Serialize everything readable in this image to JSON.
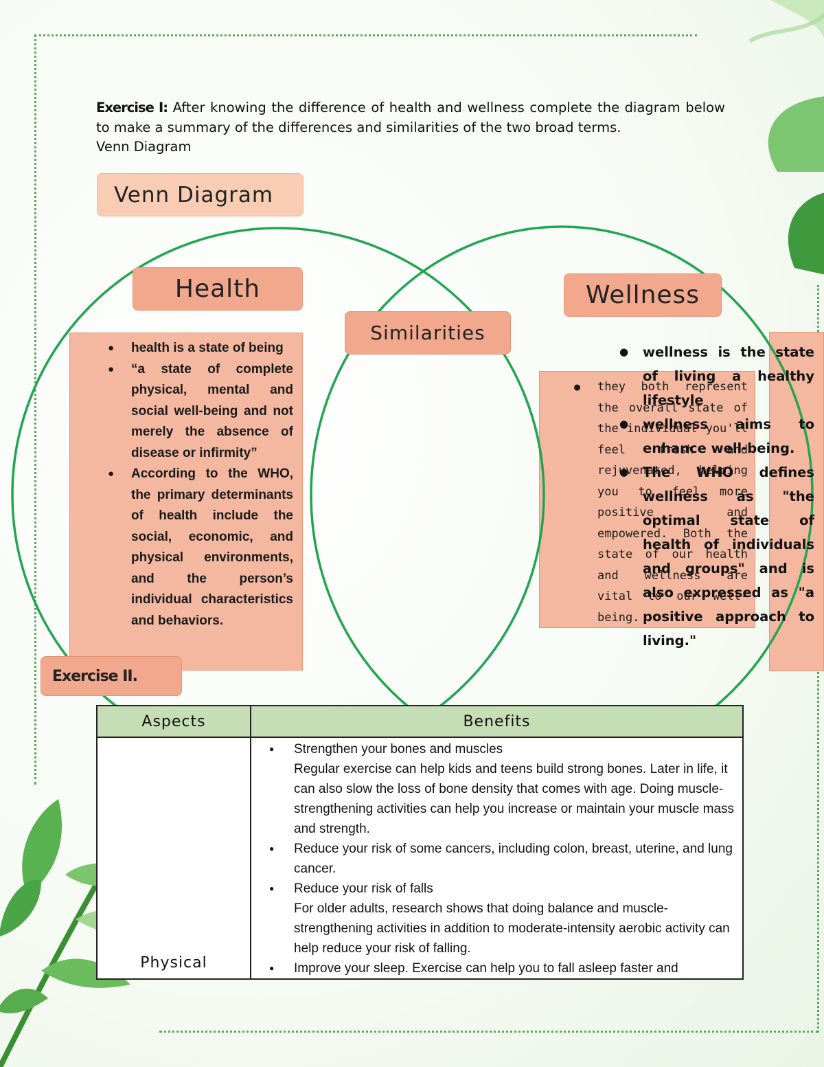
{
  "exercise1": {
    "label": "Exercise I:",
    "instruction": "After knowing the difference of health and wellness complete the diagram below to make a summary of the differences and similarities of the two broad terms.",
    "caption": "Venn Diagram"
  },
  "venn": {
    "title": "Venn Diagram",
    "health_label": "Health",
    "similarities_label": "Similarities",
    "wellness_label": "Wellness",
    "health_points": [
      "health is a state of being",
      "“a state of complete physical, mental and social well-being and not merely the absence of disease or infirmity”",
      "According to the WHO, the primary determinants of health include the social, economic, and physical environments, and the person’s individual characteristics and behaviors."
    ],
    "similarities_points": [
      "they both represent the overall state of the individual you'll feel fresh and rejuvenated, helping you to feel more positive and empowered. Both the state of our health and wellness are vital to our well-being."
    ],
    "wellness_points": [
      "wellness is the state of living a healthy lifestyle",
      "wellness aims to enhance well-being.",
      "The WHO defines wellness as \"the optimal state of health of individuals and groups\" and is also expressed as \"a positive approach to living.\""
    ],
    "colors": {
      "circle": "#22a552",
      "tag": "#f1a88d",
      "box": "#f4b8a0"
    }
  },
  "exercise2": {
    "label": "Exercise II.",
    "headers": [
      "Aspects",
      "Benefits"
    ],
    "rows": [
      {
        "aspect": "Physical",
        "items": [
          {
            "bullet": "Strengthen your bones and muscles",
            "detail": "Regular exercise can help kids and teens build strong bones. Later in life, it can also slow the loss of bone density that comes with age. Doing muscle-strengthening activities can help you increase or maintain your muscle mass and strength."
          },
          {
            "bullet": "Reduce your risk of some cancers, including colon, breast, uterine, and lung cancer.",
            "detail": ""
          },
          {
            "bullet": "Reduce your risk of falls",
            "detail": " For older adults, research shows that doing balance and muscle-strengthening activities in addition to moderate-intensity aerobic activity can help reduce your risk of falling."
          },
          {
            "bullet": "Improve your sleep. Exercise can help you to fall asleep faster and",
            "detail": ""
          }
        ]
      }
    ]
  }
}
